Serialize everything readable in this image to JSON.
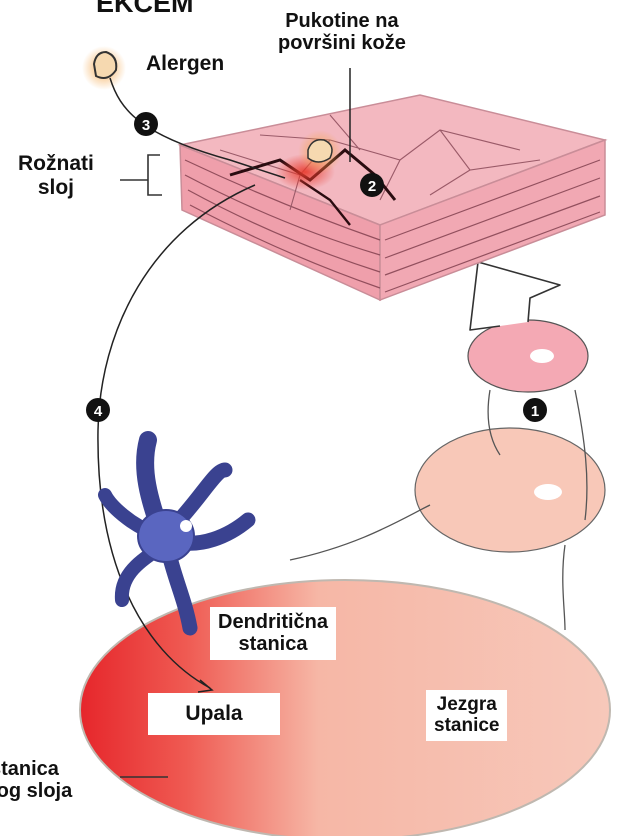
{
  "title": "EKCEM",
  "labels": {
    "allergen": "Alergen",
    "skin_cracks": "Pukotine na\npovršini kože",
    "horny_layer": "Rožnati\nsloj",
    "dendritic_cell": "Dendritična\nstanica",
    "inflammation": "Upala",
    "cell_nucleus": "Jezgra\nstanice",
    "horny_layer_cell": "stanica\ntog sloja"
  },
  "steps": [
    "1",
    "2",
    "3",
    "4"
  ],
  "colors": {
    "skin_top": "#f3b8c0",
    "skin_side": "#ef9fab",
    "skin_lines": "#5a2a35",
    "cell_fill": "#f7c4b4",
    "small_cell": "#f4a9b4",
    "mid_cell": "#f8c8b8",
    "inflammation_red": "#e52a2a",
    "dendritic": "#5a66c0",
    "allergen_fill": "#f6d9b0",
    "allergen_glow": "#f4a64a",
    "marker_bg": "#111111"
  }
}
